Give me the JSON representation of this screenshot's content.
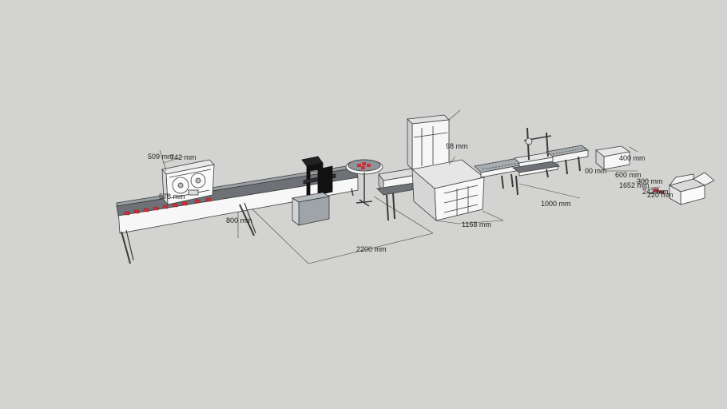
{
  "dimensions": {
    "d509": "509 mm",
    "d742": "742 mm",
    "d578": "578 mm",
    "d800": "800 mm",
    "d2200": "2200 mm",
    "d98": "98 mm",
    "d1168": "1168 mm",
    "d1000": "1000 mm",
    "d400": "400 mm",
    "d600": "600 mm",
    "d00": "00 mm",
    "d1652": "1652 mm",
    "d300": "300 mm",
    "d242": "242 mm",
    "d220": "220 mm"
  },
  "colors": {
    "background": "#d3d3d1",
    "line": "#3a3a3a",
    "belt": "#6e7276",
    "panel": "#f4f4f4",
    "product": "#c8313b",
    "black": "#111111"
  }
}
